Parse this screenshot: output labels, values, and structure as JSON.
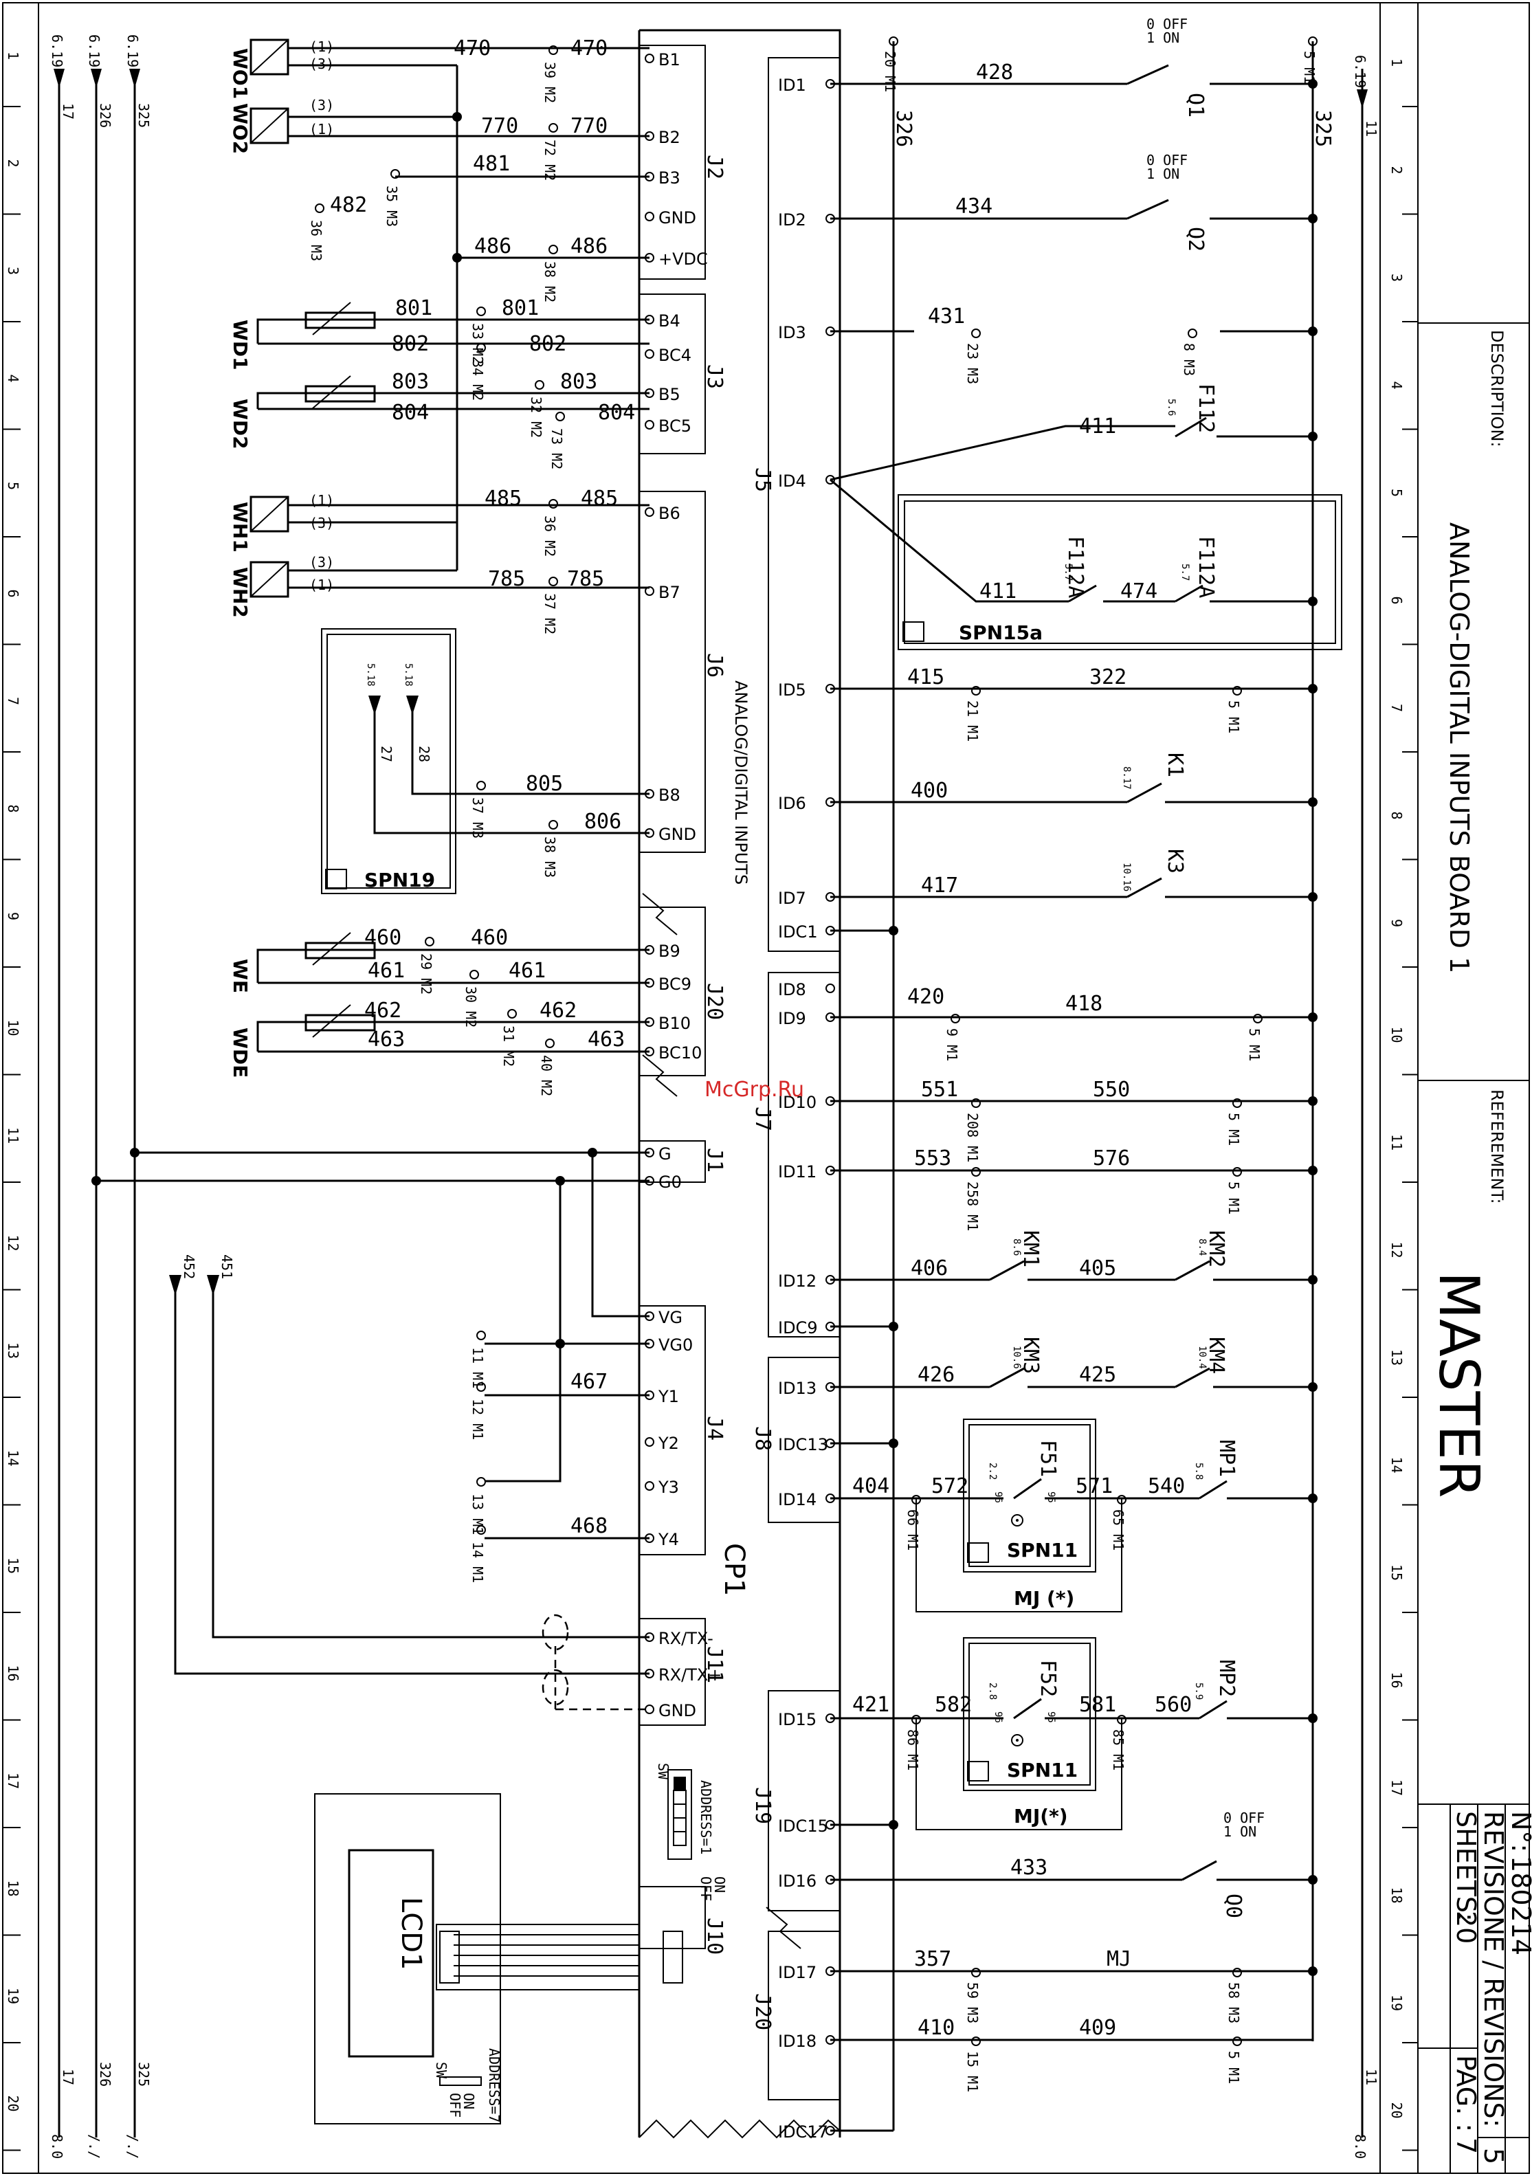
{
  "watermark": "McGrp.Ru",
  "board": {
    "name": "CP1",
    "section_label": "ANALOG/DIGITAL INPUTS",
    "address_main": "ADDRESS=1",
    "address_lcd": "ADDRESS=7",
    "sw_label": "SW",
    "on_label": "ON",
    "off_label": "OFF"
  },
  "title_block": {
    "description_label": "DESCRIPTION:",
    "description": "ANALOG-DIGITAL INPUTS BOARD 1",
    "referement_label": "REFEREMENT:",
    "referement": "MASTER",
    "number_label": "N°:",
    "number": "180214",
    "revision_label": "REVISIONE / REVISIONS:",
    "revision": "5",
    "sheets_label": "SHEETS:",
    "sheets": "20",
    "page_label": "PAG. :",
    "page": "7"
  },
  "grid_numbers": [
    "1",
    "2",
    "3",
    "4",
    "5",
    "6",
    "7",
    "8",
    "9",
    "10",
    "11",
    "12",
    "13",
    "14",
    "15",
    "16",
    "17",
    "18",
    "19",
    "20"
  ],
  "rails": [
    {
      "ref_top": "6.19",
      "wire": "17",
      "ref_bottom": "8.0"
    },
    {
      "ref_top": "6.19",
      "wire": "326",
      "ref_bottom": "/./"
    },
    {
      "ref_top": "6.19",
      "wire": "325",
      "ref_bottom": "/./"
    },
    {
      "ref_top": "6.19",
      "wire": "11",
      "ref_bottom": "8.0"
    }
  ],
  "connectors": [
    "J2",
    "J3",
    "J6",
    "J20",
    "J1",
    "J4",
    "J11",
    "J10",
    "J5",
    "J7",
    "J8",
    "J19",
    "J20"
  ],
  "left_terminals": [
    "B1",
    "B2",
    "B3",
    "GND",
    "+VDC",
    "B4",
    "BC4",
    "B5",
    "BC5",
    "B6",
    "B7",
    "B8",
    "GND",
    "B9",
    "BC9",
    "B10",
    "BC10",
    "G",
    "G0",
    "VG",
    "VG0",
    "Y1",
    "Y2",
    "Y3",
    "Y4",
    "RX/TX-",
    "RX/TX+",
    "GND"
  ],
  "right_terminals": [
    "ID1",
    "ID2",
    "ID3",
    "ID4",
    "ID5",
    "ID6",
    "ID7",
    "IDC1",
    "ID8",
    "ID9",
    "ID10",
    "ID11",
    "ID12",
    "IDC9",
    "ID13",
    "IDC13",
    "ID14",
    "ID15",
    "IDC15",
    "ID16",
    "ID17",
    "ID18",
    "IDC17"
  ],
  "sensors": [
    "WO1",
    "WO2",
    "WD1",
    "WD2",
    "WH1",
    "WH2",
    "WE",
    "WDE"
  ],
  "wires_left": [
    "470",
    "470",
    "770",
    "770",
    "481",
    "482",
    "486",
    "486",
    "801",
    "801",
    "802",
    "802",
    "803",
    "803",
    "804",
    "804",
    "485",
    "485",
    "785",
    "785",
    "805",
    "806",
    "460",
    "460",
    "461",
    "461",
    "462",
    "462",
    "463",
    "463",
    "467",
    "468",
    "452",
    "451",
    "27",
    "28"
  ],
  "terminal_refs_left": [
    "39 M2",
    "72 M2",
    "35 M3",
    "36 M3",
    "38 M2",
    "33 M2",
    "34 M2",
    "32 M2",
    "73 M2",
    "36 M2",
    "37 M2",
    "37 M3",
    "38 M3",
    "29 M2",
    "30 M2",
    "31 M2",
    "40 M2",
    "11 M1",
    "12 M1",
    "13 M1",
    "14 M1"
  ],
  "wires_right": [
    "428",
    "434",
    "431",
    "411",
    "411",
    "474",
    "415",
    "322",
    "400",
    "417",
    "420",
    "418",
    "551",
    "550",
    "553",
    "576",
    "406",
    "405",
    "426",
    "425",
    "404",
    "572",
    "571",
    "540",
    "421",
    "582",
    "581",
    "560",
    "433",
    "357",
    "MJ",
    "410",
    "409",
    "326",
    "325"
  ],
  "terminal_refs_right": [
    "20 M1",
    "5 M1",
    "23 M3",
    "8 M3",
    "21 M1",
    "5 M1",
    "9 M1",
    "5 M1",
    "208 M1",
    "5 M1",
    "258 M1",
    "5 M1",
    "66 M1",
    "65 M1",
    "86 M1",
    "85 M1",
    "59 M3",
    "58 M3",
    "15 M1",
    "5 M1"
  ],
  "devices": [
    "Q1",
    "Q2",
    "F112",
    "F112A",
    "F112A",
    "SPN15a",
    "K1",
    "K3",
    "KM1",
    "KM2",
    "KM3",
    "KM4",
    "F51",
    "MP1",
    "SPN11",
    "MJ (*)",
    "F52",
    "MP2",
    "SPN11",
    "MJ(*)",
    "Q0",
    "SPN19",
    "LCD1"
  ],
  "switch_states": [
    "0 OFF",
    "1 ON"
  ],
  "device_refs": [
    "5.6",
    "5.7",
    "5.7",
    "8.17",
    "10.16",
    "8.6",
    "8.4",
    "10.6",
    "10.4",
    "2.2",
    "96",
    "95",
    "5.8",
    "2.8",
    "96",
    "95",
    "5.9",
    "5.18",
    "5.18"
  ],
  "pin_labels": [
    "(1)",
    "(3)",
    "(3)",
    "(1)",
    "(1)",
    "(3)",
    "(3)",
    "(1)"
  ]
}
